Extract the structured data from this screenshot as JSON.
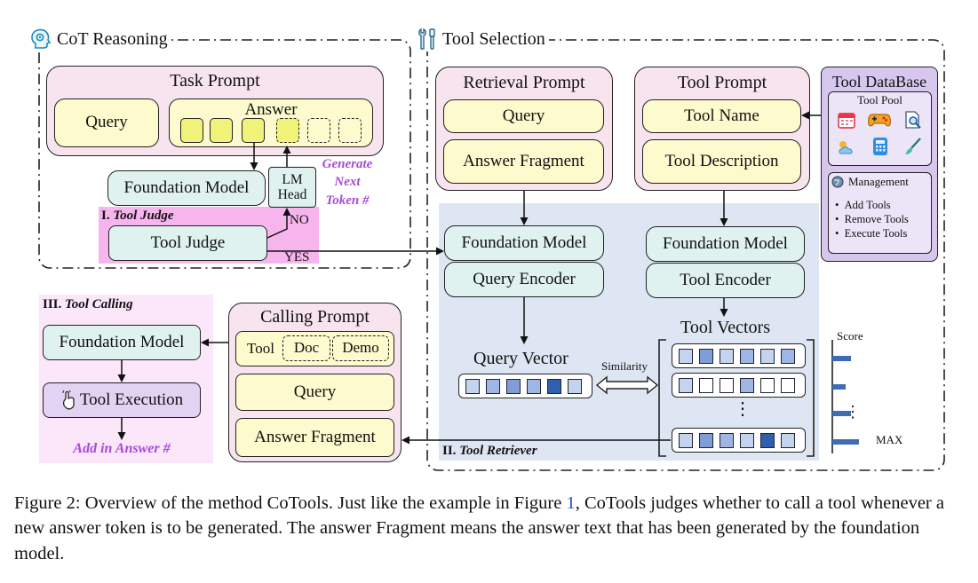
{
  "sections": {
    "cot_title": "CoT Reasoning",
    "tool_selection_title": "Tool Selection"
  },
  "cot": {
    "task_prompt": "Task Prompt",
    "query": "Query",
    "answer": "Answer",
    "foundation_model": "Foundation Model",
    "lm_head": "LM Head",
    "generate_next_token": "Generate Next Token #",
    "stage_label_roman": "I.",
    "stage_label_name": "Tool Judge",
    "tool_judge": "Tool Judge",
    "no": "NO",
    "yes": "YES"
  },
  "retrieval": {
    "retrieval_prompt": "Retrieval Prompt",
    "query": "Query",
    "answer_fragment": "Answer Fragment",
    "foundation_model": "Foundation Model",
    "query_encoder": "Query Encoder",
    "query_vector": "Query Vector",
    "similarity": "Similarity",
    "stage_label_roman": "II.",
    "stage_label_name": "Tool Retriever"
  },
  "tool_prompt": {
    "title": "Tool Prompt",
    "tool_name": "Tool Name",
    "tool_description": "Tool Description",
    "foundation_model": "Foundation Model",
    "tool_encoder": "Tool Encoder",
    "tool_vectors": "Tool Vectors",
    "vdots": "⋮"
  },
  "tool_database": {
    "title": "Tool DataBase",
    "pool_title": "Tool Pool",
    "management_title": "Management",
    "management_items": [
      "Add Tools",
      "Remove Tools",
      "Execute Tools"
    ]
  },
  "score": {
    "label": "Score",
    "max_label": "MAX",
    "vdots": "⋮",
    "bars": [
      0.42,
      0.3,
      0.42,
      0.6
    ]
  },
  "calling": {
    "stage_label_roman": "III.",
    "stage_label_name": "Tool Calling",
    "foundation_model": "Foundation Model",
    "tool_execution": "Tool Execution",
    "add_in_answer": "Add in Answer #",
    "calling_prompt": "Calling Prompt",
    "tool": "Tool",
    "doc": "Doc",
    "demo": "Demo",
    "query": "Query",
    "answer_fragment": "Answer Fragment"
  },
  "vectors": {
    "query_vector": [
      1,
      2,
      3,
      2,
      4,
      1
    ],
    "tool_vectors": [
      [
        1,
        3,
        1,
        2,
        1,
        2
      ],
      [
        1,
        0,
        0,
        2,
        0,
        0
      ],
      [
        1,
        3,
        2,
        1,
        4,
        1
      ]
    ],
    "palette": [
      "#ffffff",
      "#c4d4ef",
      "#9fb6e4",
      "#7f9ed8",
      "#2f5fae"
    ]
  },
  "colors": {
    "accent_purple": "#a64bd8",
    "retriever_bg": "#dde6f2",
    "pink_panel": "#f8e4ee",
    "judge_highlight": "#f7b5ee",
    "calling_panel": "#fbe6fa"
  },
  "caption": {
    "prefix": "Figure 2: Overview of the method CoTools. Just like the example in Figure ",
    "ref": "1",
    "suffix": ", CoTools judges whether to call a tool whenever a new answer token is to be generated. The answer Fragment means the answer text that has been generated by the foundation model."
  }
}
